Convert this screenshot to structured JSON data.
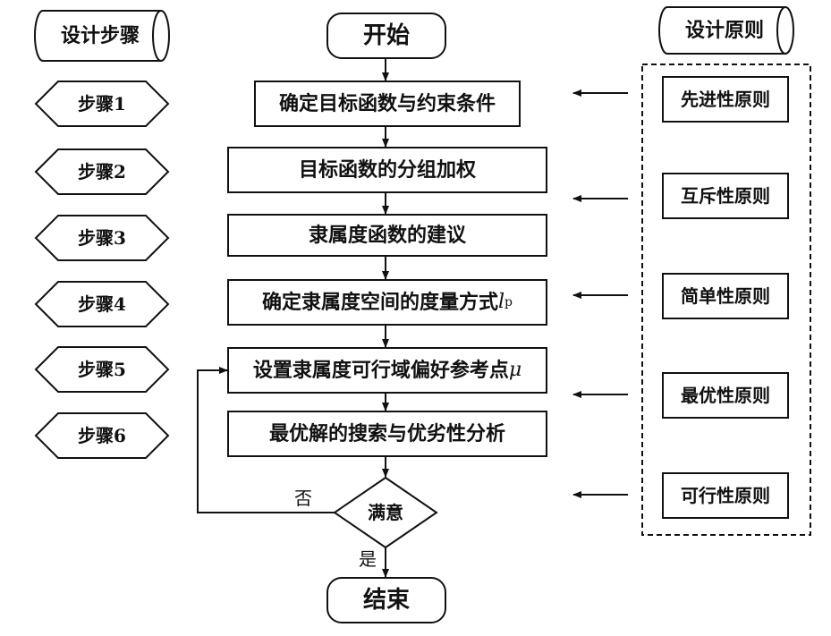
{
  "headers": {
    "steps": "设计步骤",
    "principles": "设计原则"
  },
  "flow": {
    "start": "开始",
    "box1": "确定目标函数与约束条件",
    "box2": "目标函数的分组加权",
    "box3": "隶属度函数的建议",
    "box4": {
      "text": "确定隶属度空间的度量方式",
      "symbol": "l",
      "subscript": "p"
    },
    "box5": {
      "text": "设置隶属度可行域偏好参考点",
      "symbol": "μ"
    },
    "box6": "最优解的搜索与优劣性分析",
    "decision": "满意",
    "no_label": "否",
    "yes_label": "是",
    "end": "结束"
  },
  "steps": [
    "步骤1",
    "步骤2",
    "步骤3",
    "步骤4",
    "步骤5",
    "步骤6"
  ],
  "principles": [
    "先进性原则",
    "互斥性原则",
    "简单性原则",
    "最优性原则",
    "可行性原则"
  ]
}
